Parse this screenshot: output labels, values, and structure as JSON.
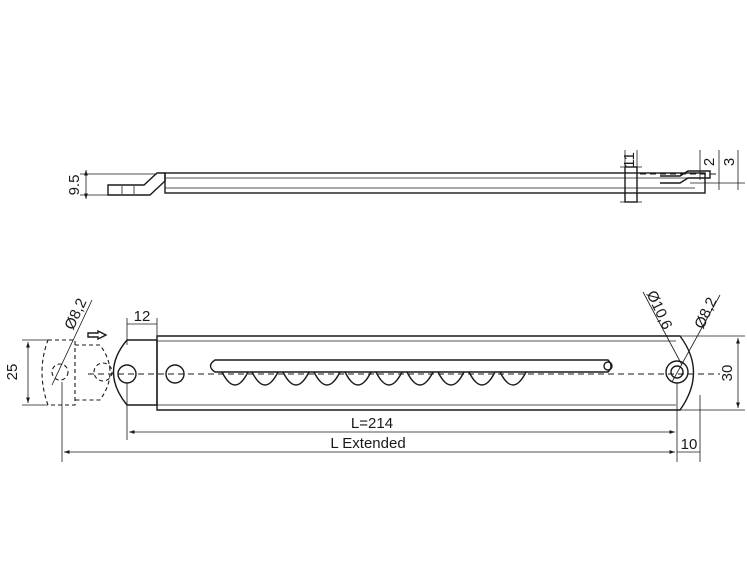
{
  "side_view": {
    "dim_left_height": "9.5",
    "dim_pin_height": "11",
    "dim_right_a": "2",
    "dim_right_b": "3"
  },
  "top_view": {
    "dim_left_dia": "Ø8,2",
    "dim_left_height": "25",
    "dim_offset": "12",
    "dim_right_dia_large": "Ø10,6",
    "dim_right_dia_small": "Ø8,2",
    "dim_right_height": "30",
    "dim_length": "L=214",
    "dim_extended": "L Extended",
    "dim_end": "10"
  }
}
